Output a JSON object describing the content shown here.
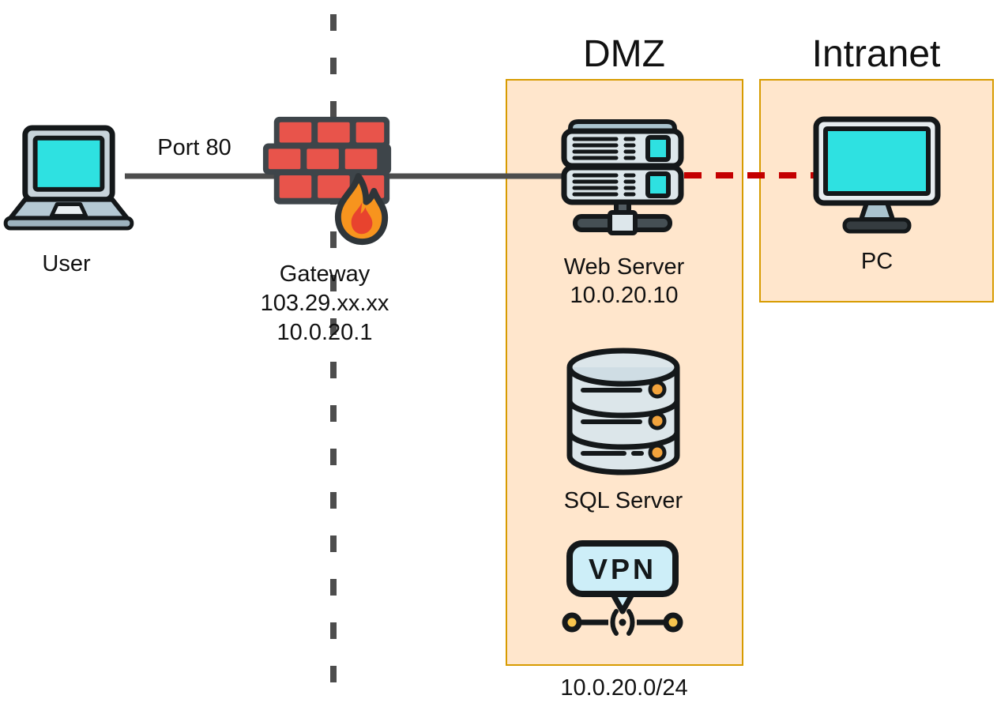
{
  "zones": {
    "dmz": {
      "title": "DMZ",
      "subnet": "10.0.20.0/24"
    },
    "intranet": {
      "title": "Intranet"
    }
  },
  "nodes": {
    "user": {
      "label": "User"
    },
    "gateway": {
      "label": "Gateway",
      "public_ip": "103.29.xx.xx",
      "internal_ip": "10.0.20.1"
    },
    "web_server": {
      "label": "Web Server",
      "ip": "10.0.20.10"
    },
    "sql_server": {
      "label": "SQL Server"
    },
    "vpn": {
      "label": "VPN"
    },
    "pc": {
      "label": "PC"
    }
  },
  "links": {
    "user_gateway": {
      "label": "Port 80",
      "style": "solid"
    },
    "webserver_pc": {
      "style": "dashed-red"
    },
    "perimeter_boundary": {
      "style": "dashed-gray-vertical"
    }
  },
  "colors": {
    "zone_fill": "#ffe6cc",
    "zone_border": "#d79b00",
    "connector_gray": "#4d4d4d",
    "blocked_red": "#c40000",
    "screen_cyan": "#2ee1e1",
    "brick_red": "#e8544b",
    "mortar_gray": "#3e454a",
    "flame_orange": "#f7941e",
    "flame_red": "#e8432e",
    "db_dot_orange": "#f2a33c",
    "vpn_bubble_fill": "#cdeef8",
    "vpn_node_yellow": "#f6c44e"
  }
}
